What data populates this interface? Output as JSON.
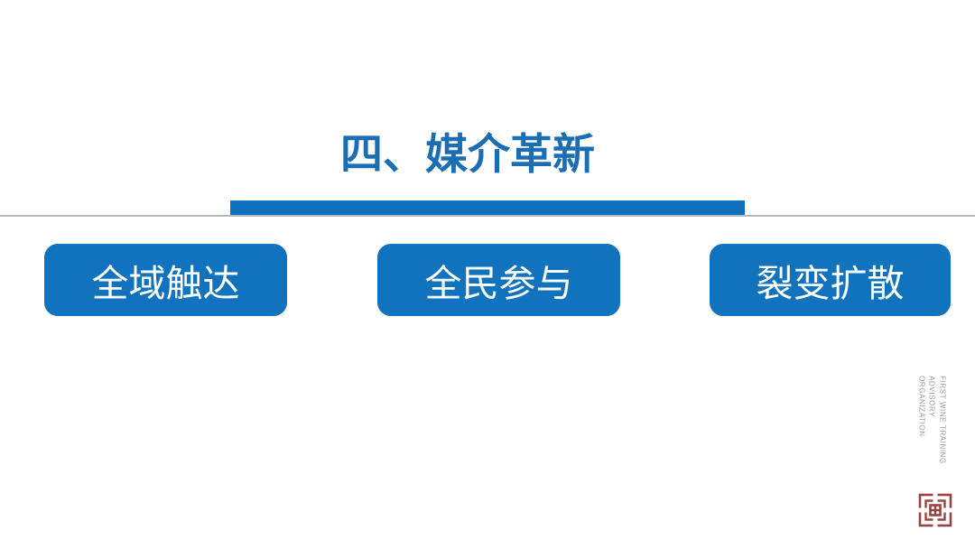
{
  "slide": {
    "title": "四、媒介革新",
    "boxes": [
      {
        "label": "全域触达"
      },
      {
        "label": "全民参与"
      },
      {
        "label": "裂变扩散"
      }
    ],
    "brand": {
      "lines": [
        "FIRST WINE TRAINING",
        "ADVISORY",
        "ORGANIZATION"
      ],
      "logo_icon": "seal-square-logo"
    },
    "colors": {
      "title_blue": "#1c6eb4",
      "bar_blue": "#1070bc",
      "box_blue": "#1173bd",
      "divider_gray": "#b3bac1",
      "brand_gray": "#9b9b9b",
      "logo_red": "#9a4242"
    }
  }
}
